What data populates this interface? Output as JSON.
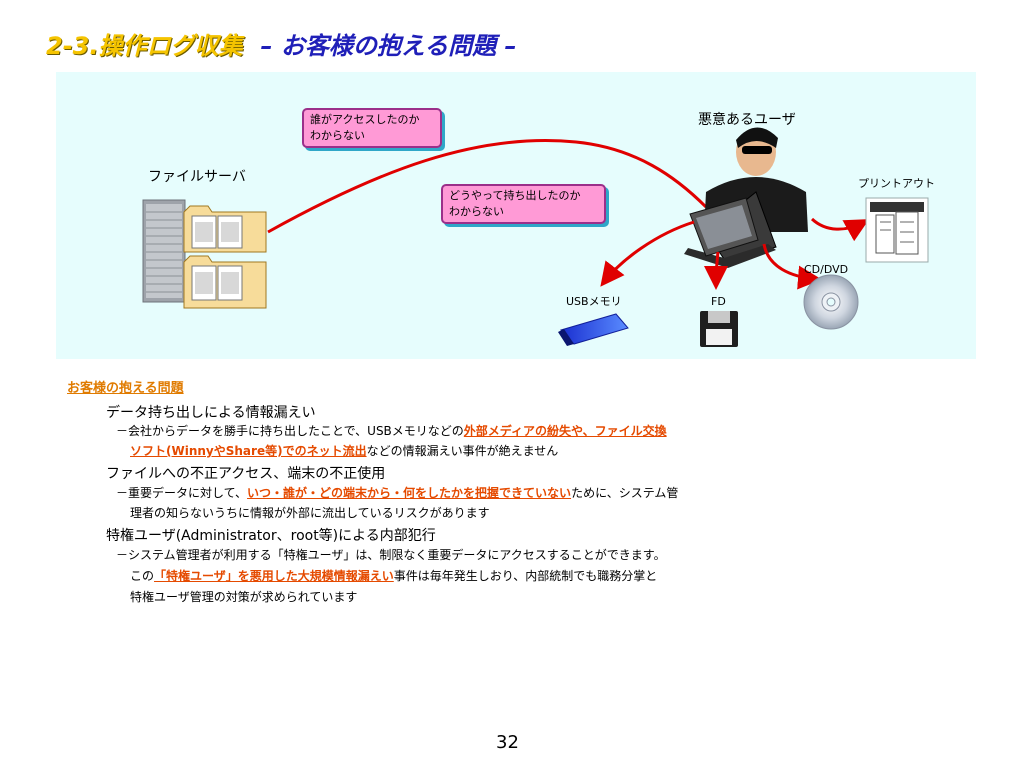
{
  "title": {
    "part1": "2-3.操作ログ収集",
    "part2": "– お客様の抱える問題 –"
  },
  "diagram": {
    "file_server_label": "ファイルサーバ",
    "malicious_user_label": "悪意あるユーザ",
    "printout_label": "プリントアウト",
    "cddvd_label": "CD/DVD",
    "usb_label": "USBメモリ",
    "fd_label": "FD",
    "callout1": {
      "line1": "誰がアクセスしたのか",
      "line2": "わからない"
    },
    "callout2": {
      "line1": "どうやって持ち出したのか",
      "line2": "わからない"
    },
    "colors": {
      "background": "#e6fdfd",
      "arrow": "#e00000",
      "callout_fill": "#ff9ad6"
    }
  },
  "body": {
    "heading": "お客様の抱える問題",
    "s1": {
      "title": "データ持ち出しによる情報漏えい",
      "l1a": "－会社からデータを勝手に持ち出したことで、USBメモリなどの",
      "l1b": "外部メディアの紛失や、ファイル交換",
      "l2a": "ソフト(WinnyやShare等)でのネット流出",
      "l2b": "などの情報漏えい事件が絶えません"
    },
    "s2": {
      "title": "ファイルへの不正アクセス、端末の不正使用",
      "l1a": "－重要データに対して、",
      "l1b": "いつ・誰が・どの端末から・何をしたかを把握できていない",
      "l1c": "ために、システム管",
      "l2": "理者の知らないうちに情報が外部に流出しているリスクがあります"
    },
    "s3": {
      "title": "特権ユーザ(Administrator、root等)による内部犯行",
      "l1": "－システム管理者が利用する「特権ユーザ」は、制限なく重要データにアクセスすることができます。",
      "l2a": "この",
      "l2b": "「特権ユーザ」を悪用した大規模情報漏えい",
      "l2c": "事件は毎年発生しおり、内部統制でも職務分掌と",
      "l3": "特権ユーザ管理の対策が求められています"
    }
  },
  "page_number": "32"
}
